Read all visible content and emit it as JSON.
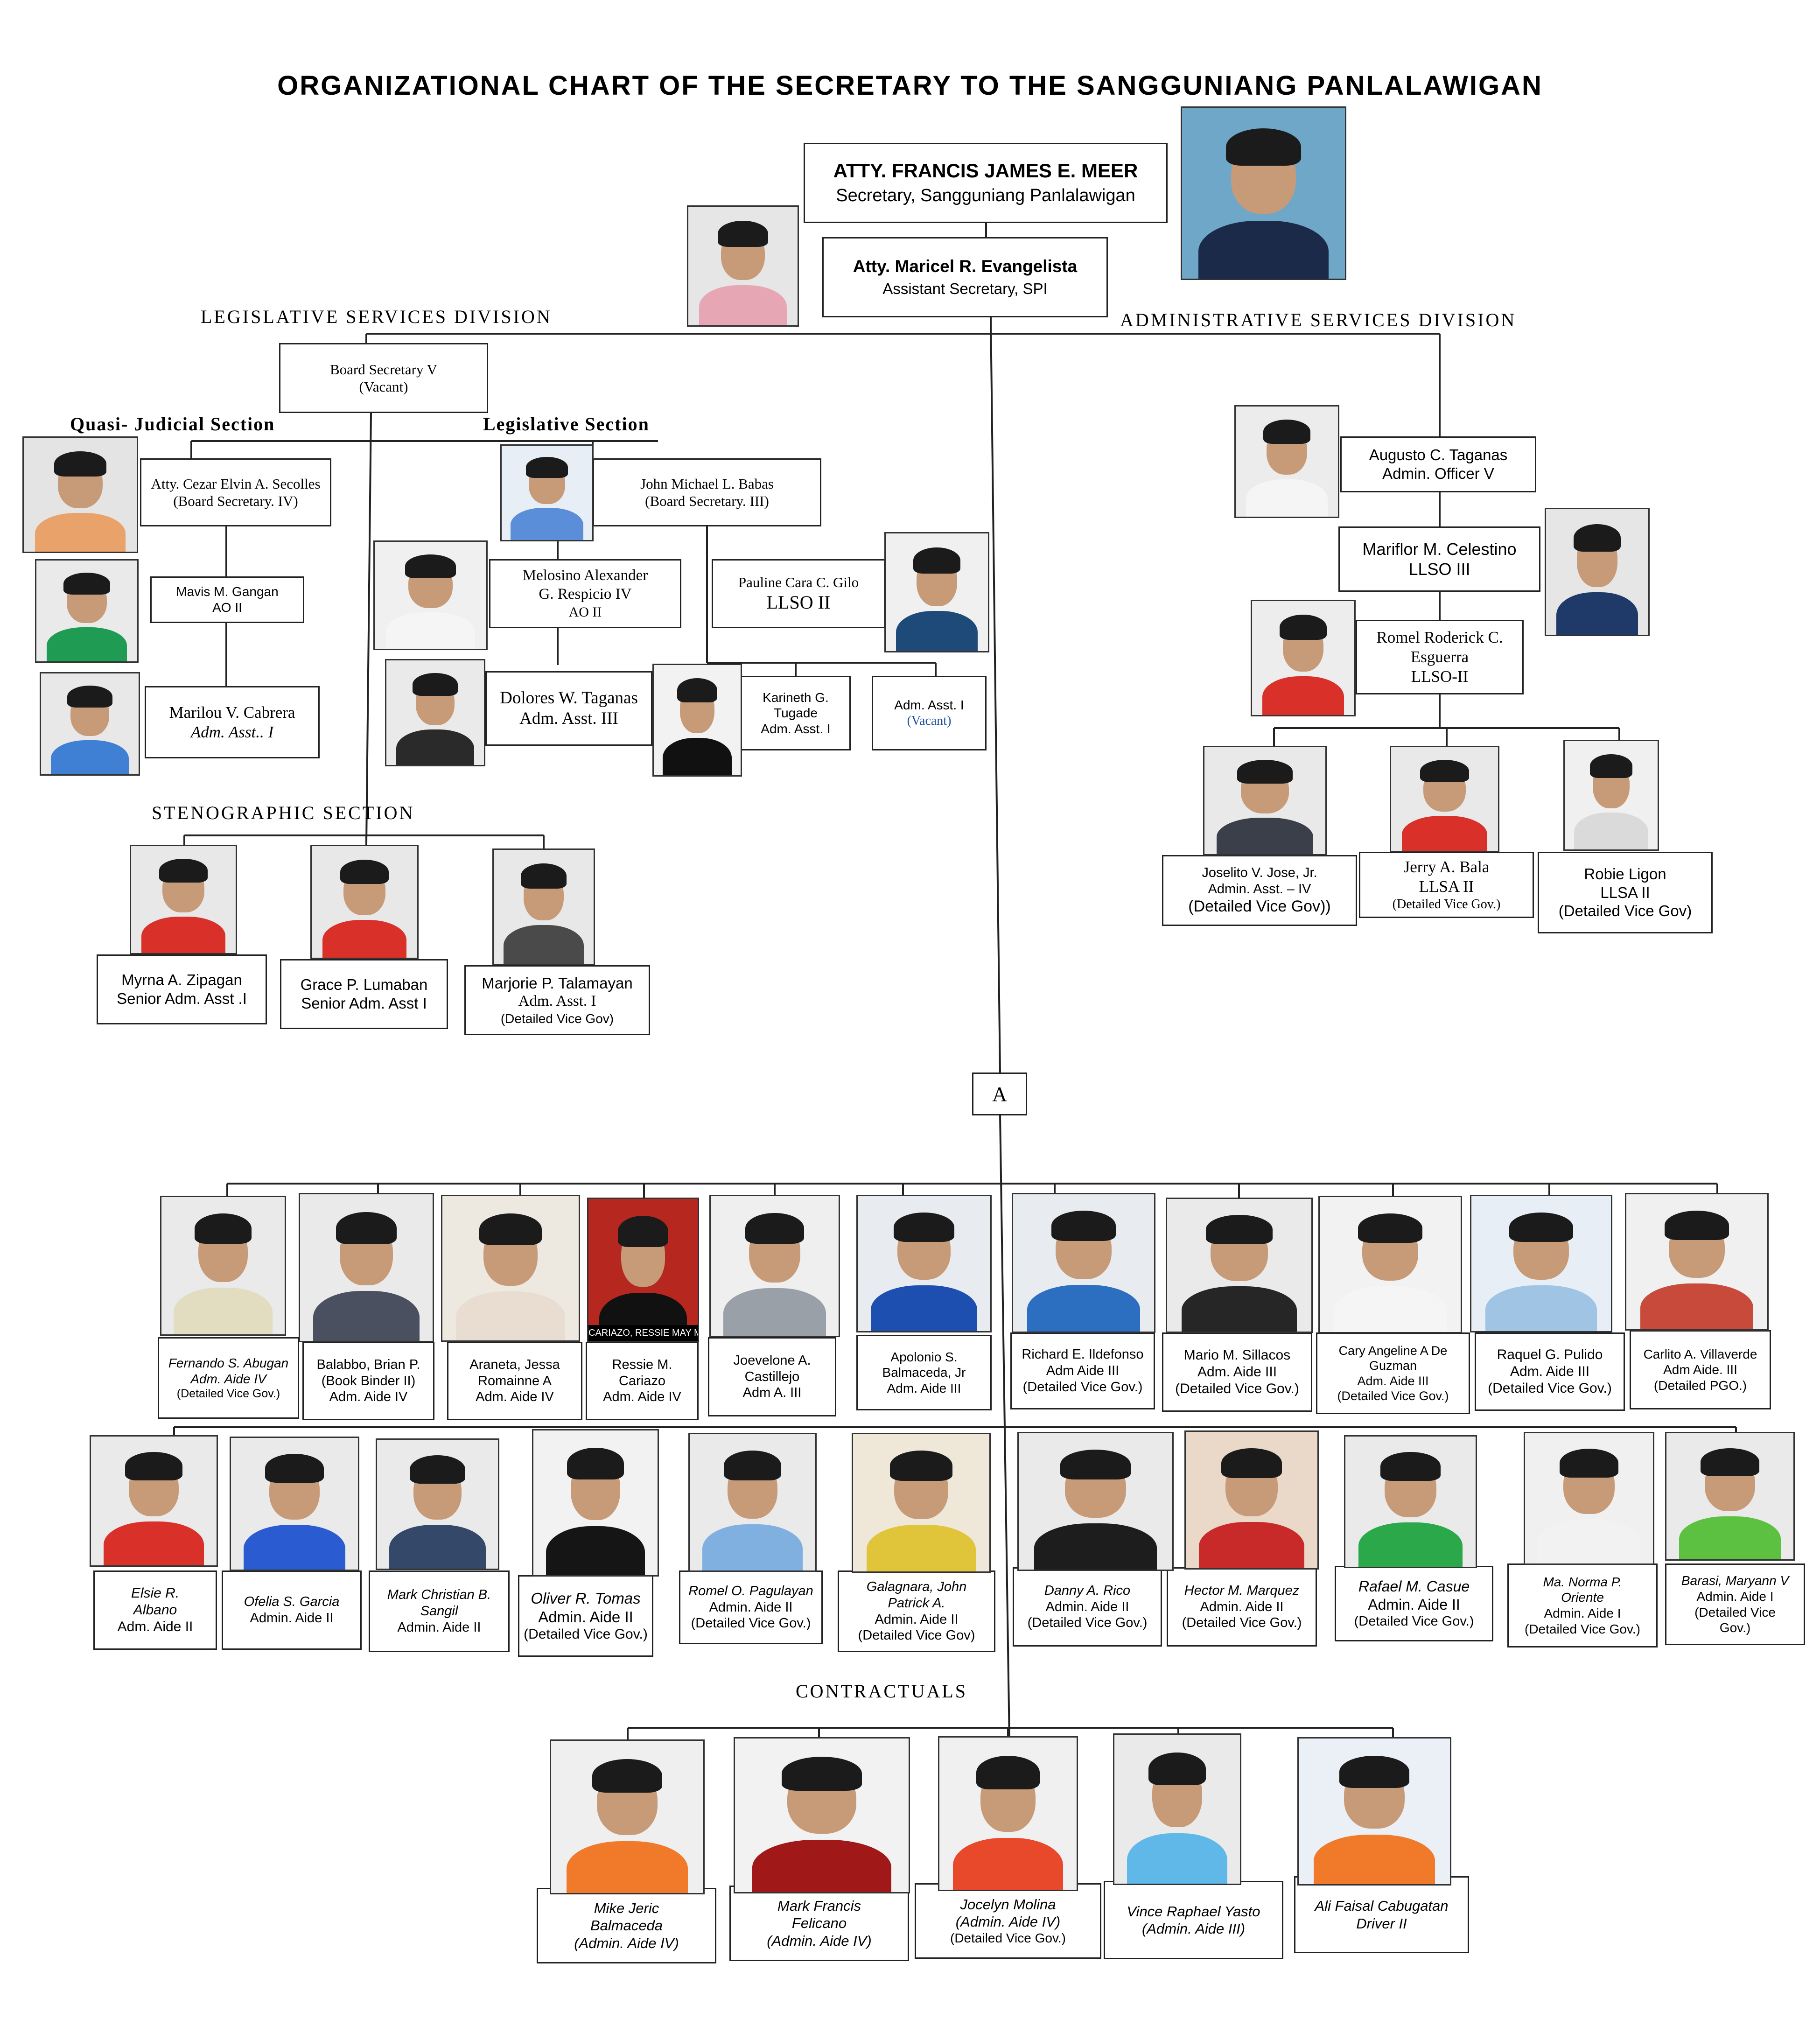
{
  "title": "ORGANIZATIONAL  CHART OF THE  SECRETARY TO THE SANGGUNIANG PANLALAWIGAN",
  "sections": {
    "legislative_division": "LEGISLATIVE SERVICES DIVISION",
    "administrative_division": "ADMINISTRATIVE SERVICES DIVISION",
    "quasi_judicial": "Quasi- Judicial Section",
    "legislative": "Legislative Section",
    "stenographic": "STENOGRAPHIC SECTION",
    "contractuals": "CONTRACTUALS"
  },
  "connector_label": "A",
  "head": {
    "name": "ATTY. FRANCIS JAMES E. MEER",
    "role": "Secretary, Sangguniang Panlalawigan"
  },
  "assistant": {
    "name": "Atty. Maricel R. Evangelista",
    "role": "Assistant Secretary, SPI"
  },
  "board_sec_v": {
    "l1": "Board Secretary V",
    "l2": "(Vacant)"
  },
  "secolles": {
    "l1": "Atty. Cezar Elvin A. Secolles",
    "l2": "(Board Secretary. IV)"
  },
  "babas": {
    "l1": "John Michael L. Babas",
    "l2": "(Board Secretary. III)"
  },
  "gangan": {
    "l1": "Mavis M. Gangan",
    "l2": "AO II"
  },
  "cabrera": {
    "l1": "Marilou V. Cabrera",
    "l2": "Adm.  Asst.. I"
  },
  "respicio": {
    "l1": "Melosino Alexander",
    "l2": "G. Respicio IV",
    "l3": "AO II"
  },
  "gilo": {
    "l1": "Pauline Cara C. Gilo",
    "l2": "LLSO II"
  },
  "taganas_d": {
    "l1": "Dolores W. Taganas",
    "l2": "Adm. Asst. III"
  },
  "tugade": {
    "l1": "Karineth G.",
    "l2": "Tugade",
    "l3": "Adm. Asst. I"
  },
  "vacant_asst": {
    "l1": "Adm. Asst. I",
    "l2": "(Vacant)"
  },
  "zipagan": {
    "l1": "Myrna A. Zipagan",
    "l2": "Senior Adm. Asst .I"
  },
  "lumaban": {
    "l1": "Grace P. Lumaban",
    "l2": "Senior Adm. Asst I"
  },
  "talamayan": {
    "l1": "Marjorie P. Talamayan",
    "l2": "Adm. Asst. I",
    "l3": "(Detailed Vice Gov)"
  },
  "taganas_a": {
    "l1": "Augusto C. Taganas",
    "l2": "Admin. Officer V"
  },
  "celestino": {
    "l1": "Mariflor M. Celestino",
    "l2": "LLSO III"
  },
  "esguerra": {
    "l1": "Romel Roderick C.",
    "l2": "Esguerra",
    "l3": "LLSO-II"
  },
  "jose": {
    "l1": "Joselito V. Jose, Jr.",
    "l2": "Admin. Asst. – IV",
    "l3": "(Detailed Vice Gov))"
  },
  "bala": {
    "l1": "Jerry A. Bala",
    "l2": "LLSA II",
    "l3": "(Detailed Vice Gov.)"
  },
  "ligon": {
    "l1": "Robie Ligon",
    "l2": "LLSA II",
    "l3": "(Detailed Vice Gov)"
  },
  "aides_row1": [
    {
      "l1": "Fernando S. Abugan",
      "l2": "Adm.  Aide IV",
      "l3": "(Detailed Vice Gov.)"
    },
    {
      "l1": "Balabbo,  Brian P.",
      "l2": "(Book Binder II)",
      "l3": "Adm. Aide IV"
    },
    {
      "l1": "Araneta, Jessa",
      "l2": "Romainne A",
      "l3": "Adm. Aide IV"
    },
    {
      "l1": "Ressie M.",
      "l2": "Cariazo",
      "l3": "Adm. Aide IV"
    },
    {
      "l1": "Joevelone A.",
      "l2": "Castillejo",
      "l3": "Adm A. III"
    },
    {
      "l1": "Apolonio S.",
      "l2": "Balmaceda, Jr",
      "l3": "Adm. Aide III"
    },
    {
      "l1": "Richard E. Ildefonso",
      "l2": "Adm Aide III",
      "l3": "(Detailed Vice Gov.)"
    },
    {
      "l1": "Mario M. Sillacos",
      "l2": "Adm. Aide III",
      "l3": "(Detailed Vice Gov.)"
    },
    {
      "l1": "Cary Angeline A De",
      "l2": "Guzman",
      "l3": "Adm. Aide III",
      "l4": "(Detailed Vice Gov.)"
    },
    {
      "l1": "Raquel G. Pulido",
      "l2": "Adm. Aide III",
      "l3": "(Detailed Vice Gov.)"
    },
    {
      "l1": "Carlito A. Villaverde",
      "l2": "Adm Aide. III",
      "l3": "(Detailed PGO.)"
    }
  ],
  "aides_row2": [
    {
      "l1": "Elsie R.",
      "l2": "Albano",
      "l3": "Adm. Aide II"
    },
    {
      "l1": "Ofelia S. Garcia",
      "l2": "Admin. Aide II"
    },
    {
      "l1": "Mark Christian B.",
      "l2": "Sangil",
      "l3": "Admin. Aide II"
    },
    {
      "l1": "Oliver R. Tomas",
      "l2": "Admin. Aide II",
      "l3": "(Detailed Vice Gov.)"
    },
    {
      "l1": "Romel O. Pagulayan",
      "l2": "Admin. Aide II",
      "l3": "(Detailed Vice Gov.)"
    },
    {
      "l1": "Galagnara, John",
      "l2": "Patrick A.",
      "l3": "Admin. Aide II",
      "l4": "(Detailed Vice Gov)"
    },
    {
      "l1": "Danny A. Rico",
      "l2": "Admin. Aide II",
      "l3": "(Detailed Vice Gov.)"
    },
    {
      "l1": "Hector M. Marquez",
      "l2": "Admin. Aide II",
      "l3": "(Detailed Vice Gov.)"
    },
    {
      "l1": "Rafael M. Casue",
      "l2": "Admin. Aide II",
      "l3": "(Detailed Vice Gov.)"
    },
    {
      "l1": "Ma. Norma P.",
      "l2": "Oriente",
      "l3": "Admin. Aide I",
      "l4": "(Detailed Vice Gov.)"
    },
    {
      "l1": "Barasi, Maryann V",
      "l2": "Admin. Aide I",
      "l3": "(Detailed Vice",
      "l4": "Gov.)"
    }
  ],
  "contractuals": [
    {
      "l1": "Mike Jeric",
      "l2": "Balmaceda",
      "l3": "(Admin. Aide IV)"
    },
    {
      "l1": "Mark Francis",
      "l2": "Felicano",
      "l3": "(Admin. Aide IV)"
    },
    {
      "l1": "Jocelyn Molina",
      "l2": "(Admin. Aide IV)",
      "l3": "(Detailed Vice Gov.)"
    },
    {
      "l1": "Vince Raphael Yasto",
      "l2": "(Admin. Aide III)"
    },
    {
      "l1": "Ali Faisal Cabugatan",
      "l2": "Driver II"
    }
  ],
  "photo_caption": "CARIAZO, RESSIE MAY MEMORIAS",
  "colors": {
    "line": "#222222",
    "vacant": "#1f4e9c"
  }
}
